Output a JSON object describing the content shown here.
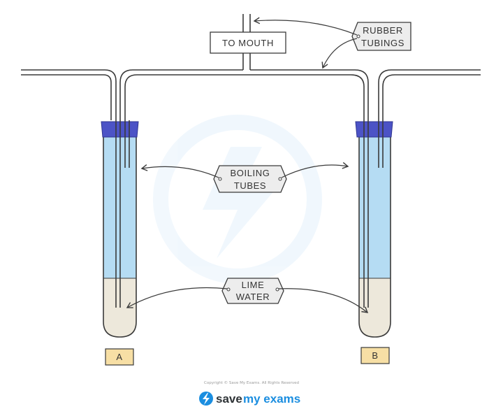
{
  "labels": {
    "to_mouth": "TO MOUTH",
    "rubber_tubings": [
      "RUBBER",
      "TUBINGS"
    ],
    "boiling_tubes": [
      "BOILING",
      "TUBES"
    ],
    "lime_water": [
      "LIME",
      "WATER"
    ],
    "tube_a": "A",
    "tube_b": "B"
  },
  "footer": {
    "copyright": "Copyright © Save My Exams. All Rights Reserved",
    "brand_save": "save",
    "brand_myexams": "my exams"
  },
  "colors": {
    "water_blue": "#b5dcf3",
    "lime_water": "#ede8db",
    "bung": "#4c53c6",
    "outline": "#3a3a3a",
    "tag_fill": "#ededed",
    "letter_tag_fill": "#f7dfa5",
    "brand_blue": "#1b8ee0"
  }
}
